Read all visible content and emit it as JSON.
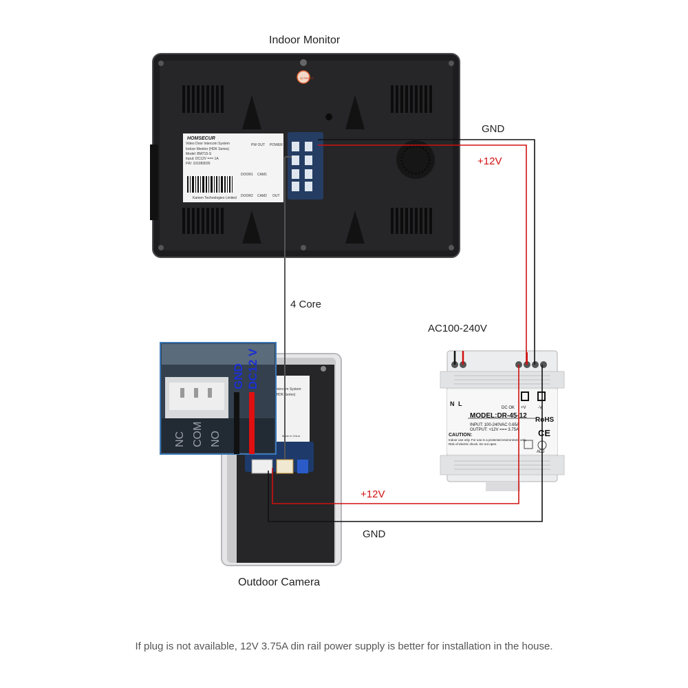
{
  "title_indoor": "Indoor Monitor",
  "title_outdoor": "Outdoor Camera",
  "labels": {
    "gnd_top": "GND",
    "v12_top": "+12V",
    "four_core": "4 Core",
    "ac_input": "AC100-240V",
    "v12_bottom": "+12V",
    "gnd_bottom": "GND"
  },
  "inset": {
    "gnd": "GND",
    "dc12v": "DC12 V",
    "pins": [
      "NC",
      "COM",
      "NO"
    ]
  },
  "monitor_sticker": {
    "brand": "HOMSECUR",
    "line1": "Video Door Intercom System",
    "line2": "Indoor Monitor (HDK Series)",
    "line3": "Model: BM715-S",
    "line4": "Input: DC12V === 1A",
    "line5": "FW: 101083035",
    "maker": "Kamen Technologies Limited"
  },
  "monitor_seal": "QC PASSED",
  "monitor_ports": [
    "PW OUT",
    "POWER",
    "DOOR1",
    "CAM1",
    "DOOR2",
    "CAM2",
    "OUT"
  ],
  "camera_sticker": {
    "line1": "Intercom System",
    "line2": "(HDK Series)",
    "line3": "Made in China"
  },
  "psu": {
    "model": "MODEL:DR-45-12",
    "input": "INPUT:  100-240VAC   0.65A",
    "output": "OUTPUT:  +12V   === 3.75A",
    "caution_title": "CAUTION:",
    "caution_line1": "Indoor use only. For use in a protected environment only.",
    "caution_line2": "Risk of electric shock. Do not open.",
    "terminal_n": "N",
    "terminal_l": "L",
    "dc_ok": "DC OK",
    "plus_v": "+V",
    "minus_v": "-V",
    "rohs": "RoHS",
    "ce": "CE",
    "adj": "ADJ"
  },
  "caption": "If plug is not available, 12V 3.75A din rail power supply is better for installation in the house.",
  "colors": {
    "wire_red": "#d01010",
    "wire_black": "#111111",
    "wire_gray": "#555555",
    "monitor_body": "#1d1d1f",
    "psu_body": "#ecedee",
    "inset_border": "#3a78b8",
    "inset_text": "#1a2fd0"
  }
}
